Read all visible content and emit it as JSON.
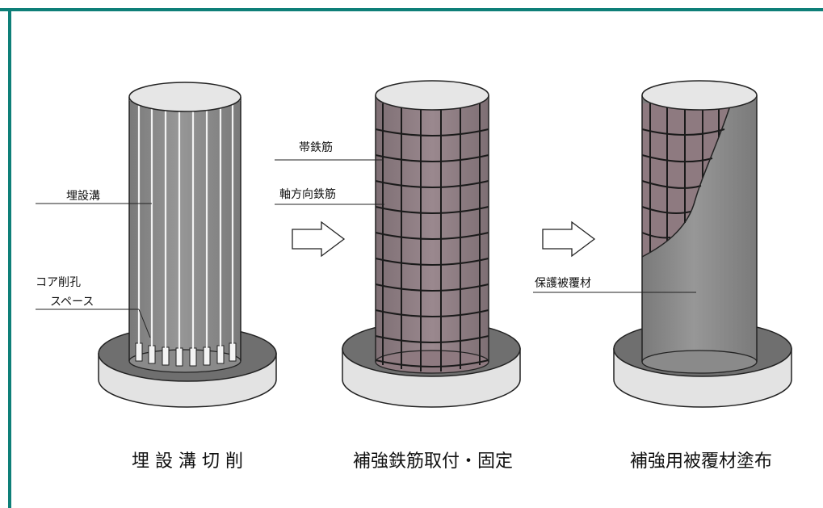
{
  "colors": {
    "frame_border": "#0e7f78",
    "column_gray": "#8c8c8c",
    "base_light": "#e3e3e3",
    "rebar_pink": "#8e7a80",
    "rebar_lines": "#1a1a1a"
  },
  "panels": [
    {
      "caption": "埋 設 溝 切 削",
      "labels": {
        "groove": "埋設溝",
        "core_space_1": "コア削孔",
        "core_space_2": "スペース"
      }
    },
    {
      "caption": "補強鉄筋取付・固定",
      "labels": {
        "hoop": "帯鉄筋",
        "axial": "軸方向鉄筋"
      }
    },
    {
      "caption": "補強用被覆材塗布",
      "labels": {
        "cover": "保護被覆材"
      }
    }
  ],
  "arrows": [
    "arrow-right-icon",
    "arrow-right-icon"
  ]
}
